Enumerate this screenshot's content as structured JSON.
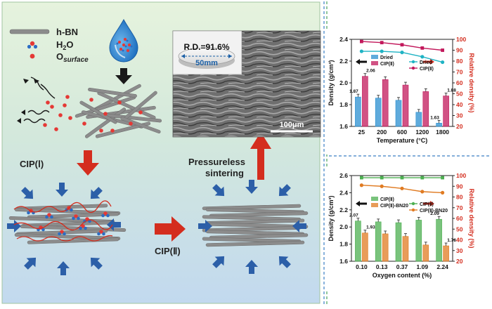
{
  "legend": {
    "hbn": "h-BN",
    "h2o_main": "H",
    "h2o_sub": "2",
    "h2o_end": "O",
    "o_main": "O",
    "o_sub": "surface"
  },
  "steps": {
    "cip1": "CIP(Ⅰ)",
    "cip2": "CIP(Ⅱ)",
    "sinter_line1": "Pressureless",
    "sinter_line2": "sintering"
  },
  "photo": {
    "rd_label": "R.D.=91.6%",
    "diameter": "50mm",
    "scale_bar": "100μm"
  },
  "colors": {
    "left_top_bg": "#e4f2dc",
    "left_bottom_bg": "#c7dcef",
    "arrow_red": "#d42d1e",
    "arrow_blue": "#2c5fa8",
    "cyan_line": "#1fb3c4",
    "magenta_line": "#c2185b",
    "green_line": "#4caf50",
    "orange_line": "#e07b22"
  },
  "chart_data": [
    {
      "type": "bar",
      "x_label": "Temperature (°C)",
      "y_label": "Density (g/cm³)",
      "y2_label": "Relative density (%)",
      "categories": [
        "25",
        "200",
        "600",
        "1200",
        "1800"
      ],
      "ylim": [
        1.6,
        2.4
      ],
      "y_ticks": [
        "1.6",
        "1.8",
        "2.0",
        "2.2",
        "2.4"
      ],
      "y2lim": [
        20,
        100
      ],
      "y2_ticks": [
        "20",
        "30",
        "40",
        "50",
        "60",
        "70",
        "80",
        "90",
        "100"
      ],
      "series": [
        {
          "name": "Dried",
          "kind": "bar",
          "color": "#2a8fd0",
          "values": [
            1.87,
            1.86,
            1.84,
            1.73,
            1.63
          ]
        },
        {
          "name": "CIP(Ⅱ)",
          "kind": "bar",
          "color": "#c2185b",
          "values": [
            2.06,
            2.03,
            1.98,
            1.92,
            1.88
          ]
        },
        {
          "name": "Dried",
          "kind": "line",
          "axis": "right",
          "color": "#1fb3c4",
          "values": [
            89,
            89,
            88,
            84,
            79
          ]
        },
        {
          "name": "CIP(Ⅱ)",
          "kind": "line",
          "axis": "right",
          "color": "#c2185b",
          "values": [
            98,
            97,
            95,
            92,
            90
          ]
        }
      ],
      "value_labels": [
        {
          "category": "25",
          "series": "Dried",
          "text": "1.87"
        },
        {
          "category": "25",
          "series": "CIP(Ⅱ)",
          "text": "2.06"
        },
        {
          "category": "1800",
          "series": "Dried",
          "text": "1.63"
        },
        {
          "category": "1800",
          "series": "CIP(Ⅱ)",
          "text": "1.88"
        }
      ]
    },
    {
      "type": "bar",
      "x_label": "Oxygen content (%)",
      "y_label": "Density (g/cm³)",
      "y2_label": "Relative density (%)",
      "categories": [
        "0.10",
        "0.13",
        "0.37",
        "1.09",
        "2.24"
      ],
      "ylim": [
        1.6,
        2.6
      ],
      "y_ticks": [
        "1.6",
        "1.8",
        "2.0",
        "2.2",
        "2.4",
        "2.6"
      ],
      "y2lim": [
        20,
        100
      ],
      "y2_ticks": [
        "20",
        "30",
        "40",
        "50",
        "60",
        "70",
        "80",
        "90",
        "100"
      ],
      "series": [
        {
          "name": "CIP(Ⅱ)",
          "kind": "bar",
          "color": "#4caf50",
          "values": [
            2.07,
            2.06,
            2.05,
            2.08,
            2.09
          ]
        },
        {
          "name": "CIP(Ⅱ)-BN20",
          "kind": "bar",
          "color": "#e07b22",
          "values": [
            1.93,
            1.92,
            1.89,
            1.79,
            1.78
          ]
        },
        {
          "name": "CIP(Ⅱ)",
          "kind": "line",
          "axis": "right",
          "color": "#4caf50",
          "values": [
            98,
            98,
            98,
            98,
            98
          ]
        },
        {
          "name": "CIP(Ⅱ)-BN20",
          "kind": "line",
          "axis": "right",
          "color": "#e07b22",
          "values": [
            91,
            90,
            88,
            85,
            84
          ]
        }
      ],
      "value_labels": [
        {
          "category": "0.10",
          "series": "CIP(Ⅱ)",
          "text": "2.07"
        },
        {
          "category": "0.10",
          "series": "CIP(Ⅱ)-BN20",
          "text": "1.93"
        },
        {
          "category": "2.24",
          "series": "CIP(Ⅱ)",
          "text": "2.09"
        },
        {
          "category": "2.24",
          "series": "CIP(Ⅱ)-BN20",
          "text": "1.78"
        }
      ]
    }
  ]
}
